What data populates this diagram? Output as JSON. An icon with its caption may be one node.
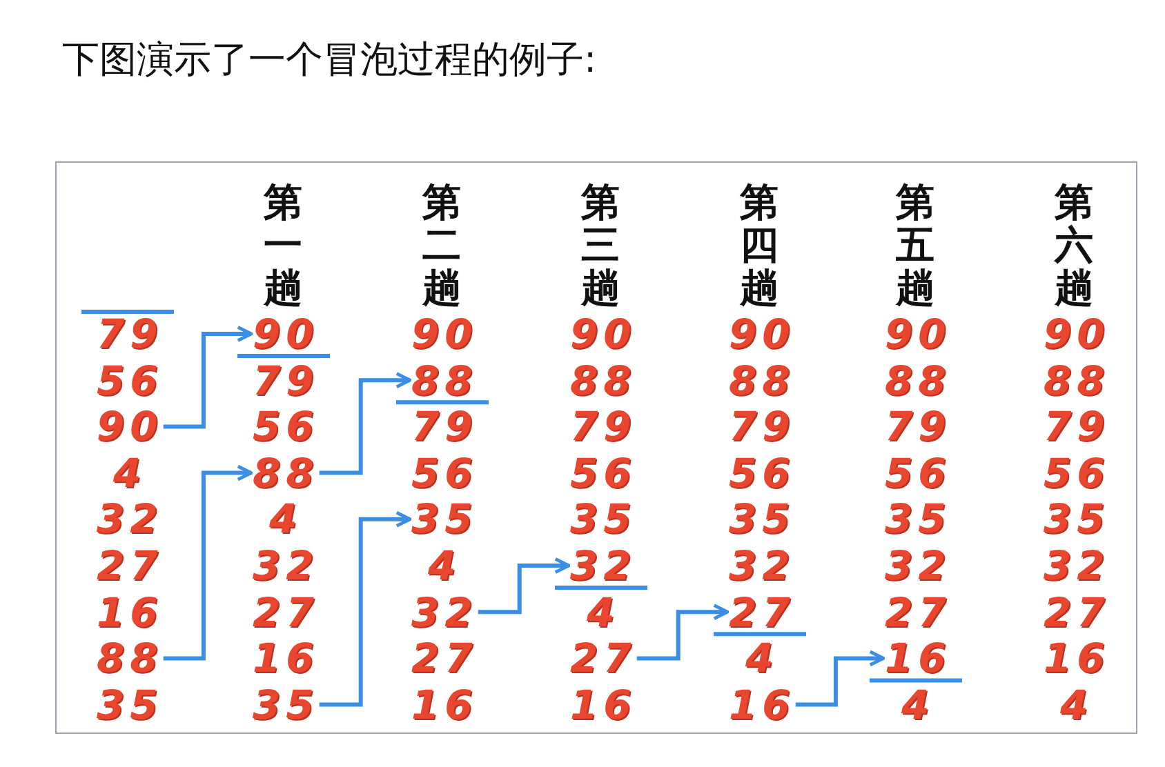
{
  "diagram": {
    "title": "下图演示了一个冒泡过程的例子:",
    "nodes": [
      {
        "text": [
          "90"
        ]
      },
      {
        "text": [
          "88"
        ]
      },
      {
        "text": [
          "90"
        ]
      },
      {
        "text": [
          "88"
        ]
      },
      {
        "text": [
          "35"
        ]
      },
      {
        "text": [
          "32"
        ]
      },
      {
        "text": [
          "32"
        ]
      },
      {
        "text": [
          "27"
        ]
      },
      {
        "text": [
          "88"
        ]
      },
      {
        "text": [
          "27"
        ]
      },
      {
        "text": [
          "16"
        ]
      },
      {
        "text": [
          "35"
        ]
      },
      {
        "text": [
          "16"
        ]
      }
    ],
    "edges": [
      {
        "from": 2,
        "to": 0,
        "arrow": "to"
      },
      {
        "from": 8,
        "to": 3,
        "arrow": "to"
      },
      {
        "from": 3,
        "to": 1,
        "arrow": "to"
      },
      {
        "from": 11,
        "to": 4,
        "arrow": "to"
      },
      {
        "from": 6,
        "to": 5,
        "arrow": "to"
      },
      {
        "from": 9,
        "to": 7,
        "arrow": "to"
      },
      {
        "from": 12,
        "to": 10,
        "arrow": "to"
      }
    ],
    "labels": [
      "第一趟",
      "第二趟",
      "第三趟",
      "第四趟",
      "第五趟",
      "第六趟",
      "79",
      "90",
      "90",
      "90",
      "90",
      "90",
      "56",
      "79",
      "88",
      "88",
      "88",
      "88",
      "56",
      "79",
      "79",
      "79",
      "79",
      "79",
      "4",
      "56",
      "56",
      "56",
      "56",
      "56",
      "32",
      "4",
      "35",
      "35",
      "35",
      "35",
      "27",
      "32",
      "4",
      "32",
      "32",
      "32",
      "16",
      "27",
      "4",
      "27",
      "27",
      "16",
      "27",
      "4",
      "16",
      "35",
      "16",
      "16",
      "4",
      "4"
    ]
  }
}
